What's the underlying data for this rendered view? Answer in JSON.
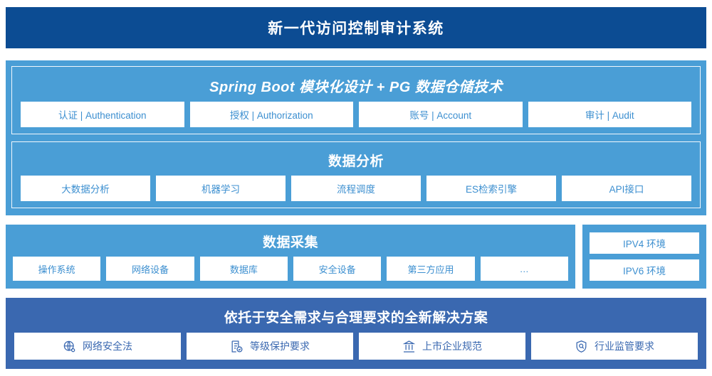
{
  "header": {
    "title": "新一代访问控制审计系统"
  },
  "platform": {
    "springboot": {
      "title": "Spring Boot 模块化设计 + PG 数据仓储技术",
      "items": [
        "认证 | Authentication",
        "授权 | Authorization",
        "账号 | Account",
        "审计 | Audit"
      ]
    },
    "analysis": {
      "title": "数据分析",
      "items": [
        "大数据分析",
        "机器学习",
        "流程调度",
        "ES检索引擎",
        "API接口"
      ]
    }
  },
  "collection": {
    "title": "数据采集",
    "items": [
      "操作系统",
      "网络设备",
      "数据库",
      "安全设备",
      "第三方应用",
      "…"
    ]
  },
  "environment": {
    "items": [
      "IPV4 环境",
      "IPV6 环境"
    ]
  },
  "compliance": {
    "title": "依托于安全需求与合理要求的全新解决方案",
    "items": [
      {
        "label": "网络安全法",
        "icon": "globe-network-icon"
      },
      {
        "label": "等级保护要求",
        "icon": "document-check-icon"
      },
      {
        "label": "上市企业规范",
        "icon": "bank-building-icon"
      },
      {
        "label": "行业监管要求",
        "icon": "shield-search-icon"
      }
    ]
  },
  "colors": {
    "header_navy": "#0c4c93",
    "panel_light_blue": "#4a9ed6",
    "compliance_blue": "#3a68b0",
    "chip_text_blue": "#3c8fd0",
    "chip_bg": "#ffffff"
  }
}
